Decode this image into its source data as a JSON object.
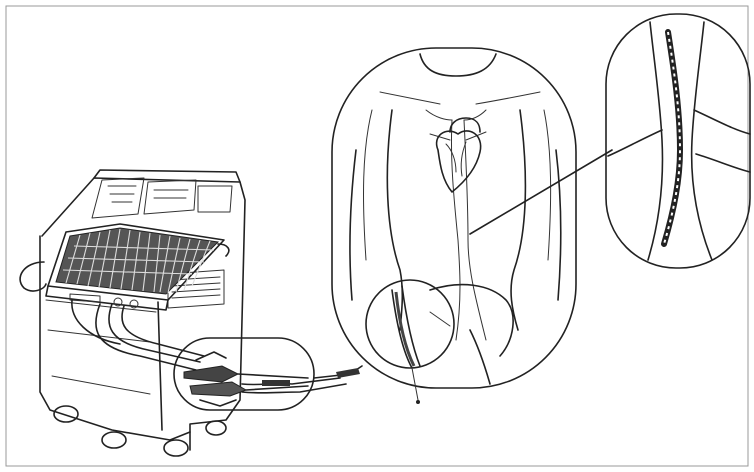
{
  "figure": {
    "background": "#ffffff",
    "line_color": "#222222",
    "components": [
      "console-cart",
      "control-panel",
      "catheter-tubing",
      "connector-closeup",
      "torso-closeup",
      "heart-icon",
      "vessel-closeup",
      "catheter-in-vessel"
    ]
  }
}
